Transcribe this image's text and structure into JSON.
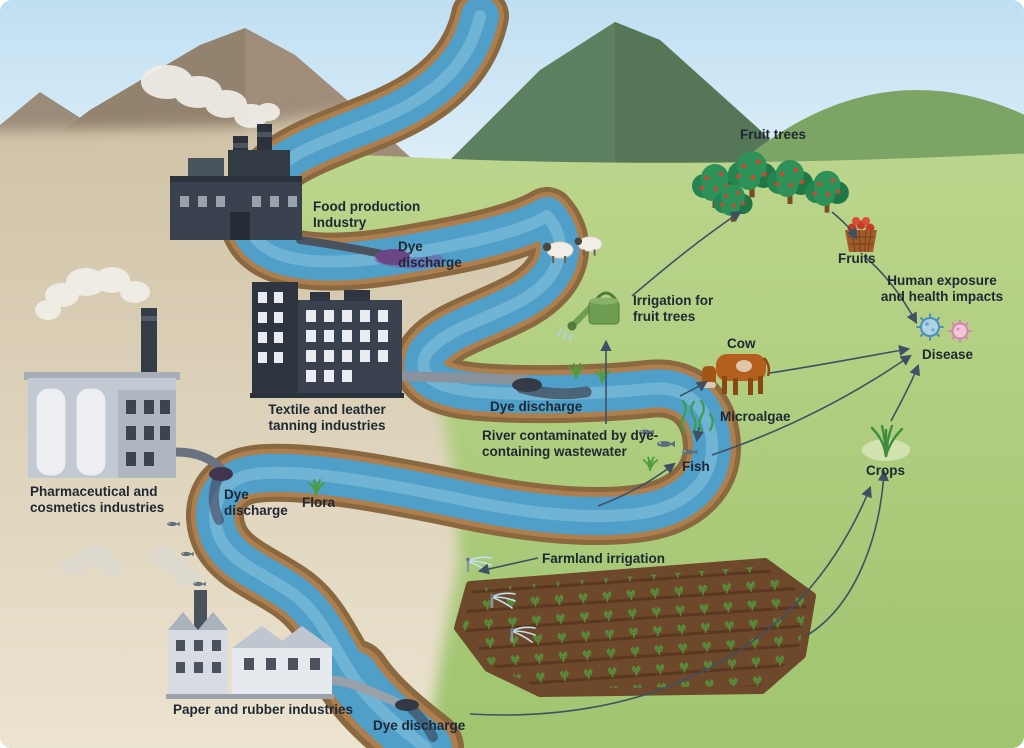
{
  "labels": {
    "food_industry": "Food production Industry",
    "dye_discharge_food": "Dye discharge",
    "textile_industry": "Textile and leather tanning industries",
    "dye_discharge_textile": "Dye discharge",
    "pharma_industry": "Pharmaceutical and cosmetics industries",
    "dye_discharge_pharma": "Dye discharge",
    "paper_industry": "Paper and rubber industries",
    "dye_discharge_paper": "Dye discharge",
    "river_contaminated": "River contaminated by dye-containing wastewater",
    "flora": "Flora",
    "farmland_irrigation": "Farmland irrigation",
    "irrigation_fruit_trees": "Irrigation for fruit trees",
    "fruit_trees": "Fruit trees",
    "fruits": "Fruits",
    "human_exposure": "Human exposure and health impacts",
    "disease": "Disease",
    "cow": "Cow",
    "microalgae": "Microalgae",
    "fish": "Fish",
    "crops": "Crops"
  },
  "colors": {
    "river_water": "#4f9fc8",
    "river_bank": "#ad7f4e",
    "dye_plume": "#6b4687",
    "land_green": "#aecb7f",
    "land_sand": "#ddd2ba",
    "factory_dark": "#39424e",
    "factory_light": "#c9cfd8",
    "arrow": "#3e5164",
    "label_text": "#1f2733"
  }
}
